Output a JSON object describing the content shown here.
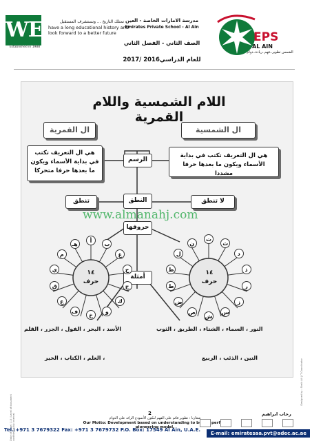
{
  "header": {
    "we_logo": "WE",
    "we_established": "Established in 1988",
    "slogan_ar": "نمتلك التاريخ ... ونستشرف المستقبل",
    "slogan_en": "have a long educational history and look forward to a better future",
    "school_ar": "مدرسة الامارات الخاصة - العين",
    "school_en": "Emirates Private School - Al Ain",
    "grade": "الصف الثاني - الفصل الثاني",
    "year": "للعام الدراسي2016 /2017",
    "eps_logo": "EPS",
    "eps_sub": "AL AIN",
    "eps_tag": "الشمس تطوير..فهم..ريادة..دوام"
  },
  "diagram": {
    "title": "اللام الشمسية واللام القمرية",
    "left_header": "ال القمرية",
    "right_header": "ال الشمسية",
    "center_labels": [
      "الرسم",
      "النطق",
      "حروفها",
      "أمثلة"
    ],
    "left_definition": "هي ال التعريف تكتب في بداية الأسماء ويكون ما بعدها حرفا متحركا",
    "right_definition": "هي ال التعريف تكتب في بداية الأسماء ويكون ما بعدها حرفا مشددا",
    "left_pronounce": "تنطق",
    "right_pronounce": "لا تنطق",
    "left_count": "١٤",
    "left_count_word": "حرف",
    "right_count": "١٤",
    "right_count_word": "حرف",
    "left_letters": [
      "أ",
      "ب",
      "غ",
      "ح",
      "ج",
      "ك",
      "و",
      "خ",
      "ف",
      "ع",
      "ق",
      "ي",
      "م",
      "هـ"
    ],
    "right_letters": [
      "ت",
      "ث",
      "د",
      "ذ",
      "ر",
      "ز",
      "س",
      "ش",
      "ص",
      "ض",
      "ط",
      "ظ",
      "ل",
      "ن"
    ],
    "left_examples_1": "الأسد ، البحر ، الفول ، الجزر ، القلم",
    "left_examples_2": "، العلم ، الكتاب ، الخير",
    "right_examples_1": "النور ، السماء ، الشتاء ، الطريق ، الثوب",
    "right_examples_2": "التين ، الذئب ، الربيع",
    "watermark": "www.almanahj.com"
  },
  "footer": {
    "page_number": "2",
    "teacher": "رحاب ابراهيم",
    "motto_ar": "شعارنا : تطوير قائم على الفهم لنكون الأنموذج الرائد على الدوام",
    "motto_en": "Our Motto: Development based on understanding to be the perfect pioneering model.",
    "contact": "Tel.:+971 3 7679322 Fax:  +971 3 7679732  P.O. Box: 17549 Al Ain, U.A.E.",
    "email": "E-mail: emiratesaa.pvt@adec.ac.ae",
    "side_left": "Date of Issue | 1.0 | Level of document confidentiality: Internal",
    "side_right": "Designed by : Sheik Ali | IT Coordinator"
  },
  "colors": {
    "green": "#0f7a3a",
    "red": "#c8102e",
    "navy": "#0c2f73"
  }
}
